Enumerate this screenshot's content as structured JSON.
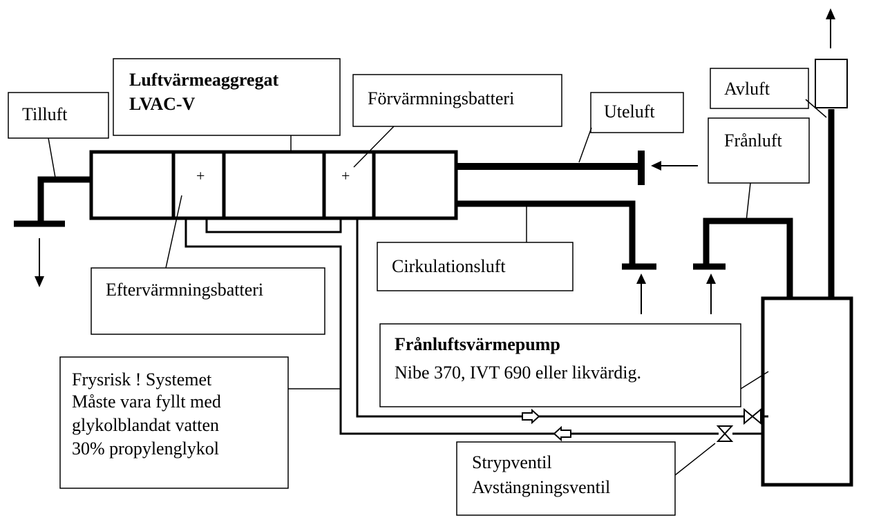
{
  "labels": {
    "tilluft": "Tilluft",
    "aggregat_title": "Luftvärmeaggregat",
    "aggregat_model": "LVAC-V",
    "forvarmning": "Förvärmningsbatteri",
    "uteluft": "Uteluft",
    "avluft": "Avluft",
    "franluft": "Frånluft",
    "cirkulationsluft": "Cirkulationsluft",
    "eftervarmning": "Eftervärmningsbatteri",
    "pump_title": "Frånluftsvärmepump",
    "pump_models": "Nibe 370, IVT 690 eller likvärdig.",
    "frys_line1": "Frysrisk ! Systemet",
    "frys_line2": "Måste vara fyllt med",
    "frys_line3": "glykolblandat vatten",
    "frys_line4": "30% propylenglykol",
    "strypventil": "Strypventil",
    "avstangningsventil": "Avstängningsventil",
    "plus_efter": "+",
    "plus_for": "+"
  },
  "colors": {
    "line": "#000000",
    "background": "#ffffff"
  }
}
